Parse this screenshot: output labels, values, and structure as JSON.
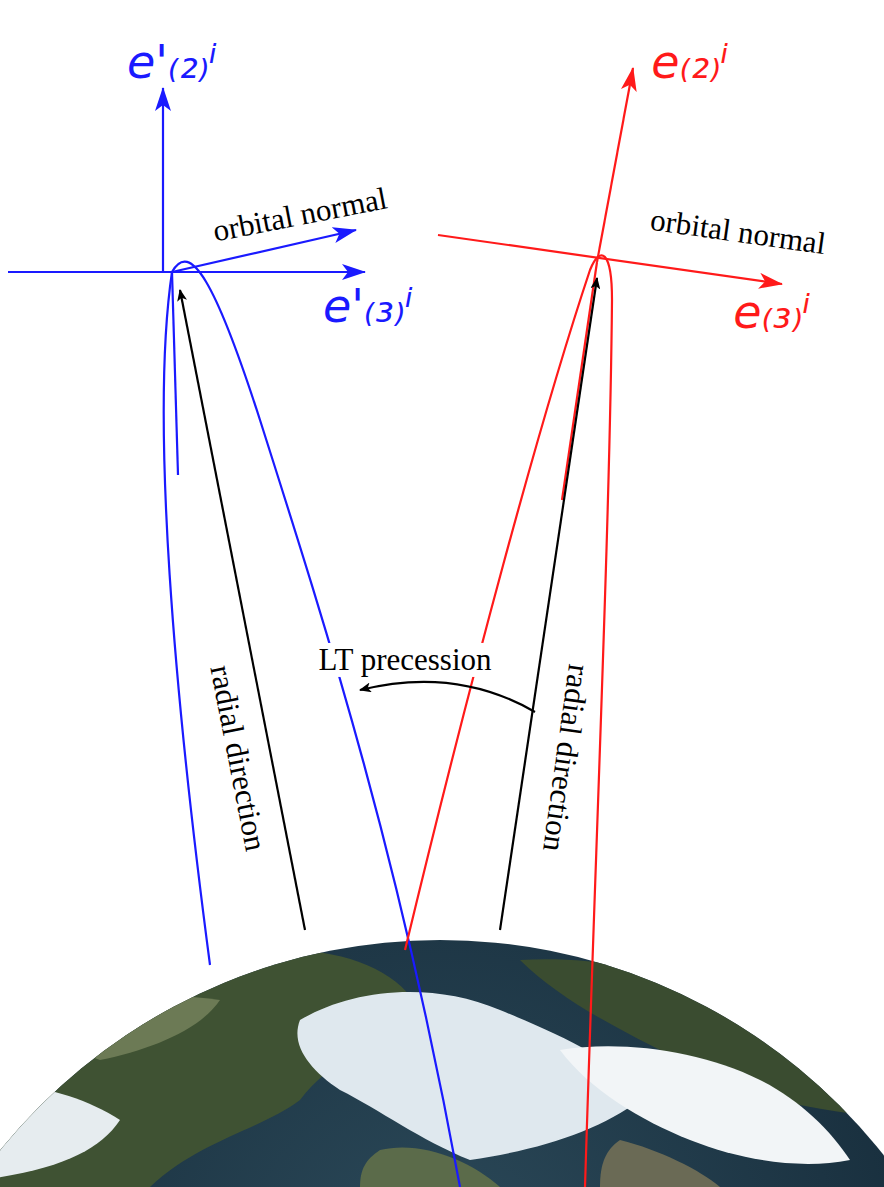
{
  "diagram": {
    "labels": [
      "e'₍₂₎ⁱ",
      "orbital normal",
      "e'₍₃₎ⁱ",
      "e₍₂₎ⁱ",
      "orbital normal",
      "e₍₃₎ⁱ",
      "radial direction",
      "LT precession",
      "radial direction"
    ]
  }
}
